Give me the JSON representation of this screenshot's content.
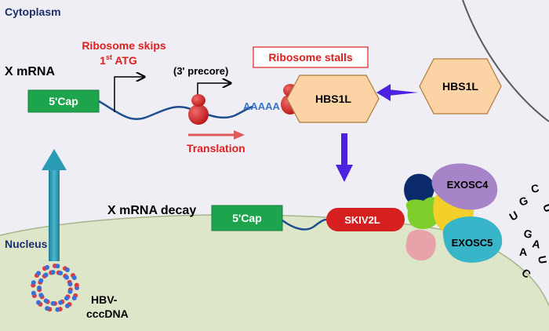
{
  "compartments": {
    "cytoplasm": "Cytoplasm",
    "nucleus": "Nucleus"
  },
  "mrna": {
    "title": "X mRNA",
    "cap": "5'Cap",
    "polya": "AAAAA"
  },
  "ribosome": {
    "skips_line1": "Ribosome skips",
    "skips_line2_num": "1",
    "skips_line2_sup": "st",
    "skips_line2_rest": " ATG",
    "precore": "(3' precore)",
    "translation": "Translation",
    "stalls": "Ribosome stalls"
  },
  "proteins": {
    "hbs1l_bound": "HBS1L",
    "hbs1l_free": "HBS1L",
    "skiv2l": "SKIV2L",
    "exosc4": "EXOSC4",
    "exosc5": "EXOSC5"
  },
  "decay": {
    "title": "X mRNA decay",
    "cap": "5'Cap",
    "rna_letters": [
      "U",
      "G",
      "C",
      "U",
      "G",
      "A",
      "A",
      "C",
      "U"
    ]
  },
  "dna": {
    "line1": "HBV-",
    "line2": "cccDNA"
  },
  "colors": {
    "cytoplasm": "#eeeef4",
    "nucleus": "#dde6c8",
    "cap_green": "#1fa44e",
    "hbs1l_orange": "#fbd3a4",
    "red_text": "#e02020",
    "arrow_purple": "#4b22e0",
    "arrow_teal": "#2a9bb5",
    "mrna_blue": "#1f4f8f",
    "ribosome_red": "#d62626"
  }
}
